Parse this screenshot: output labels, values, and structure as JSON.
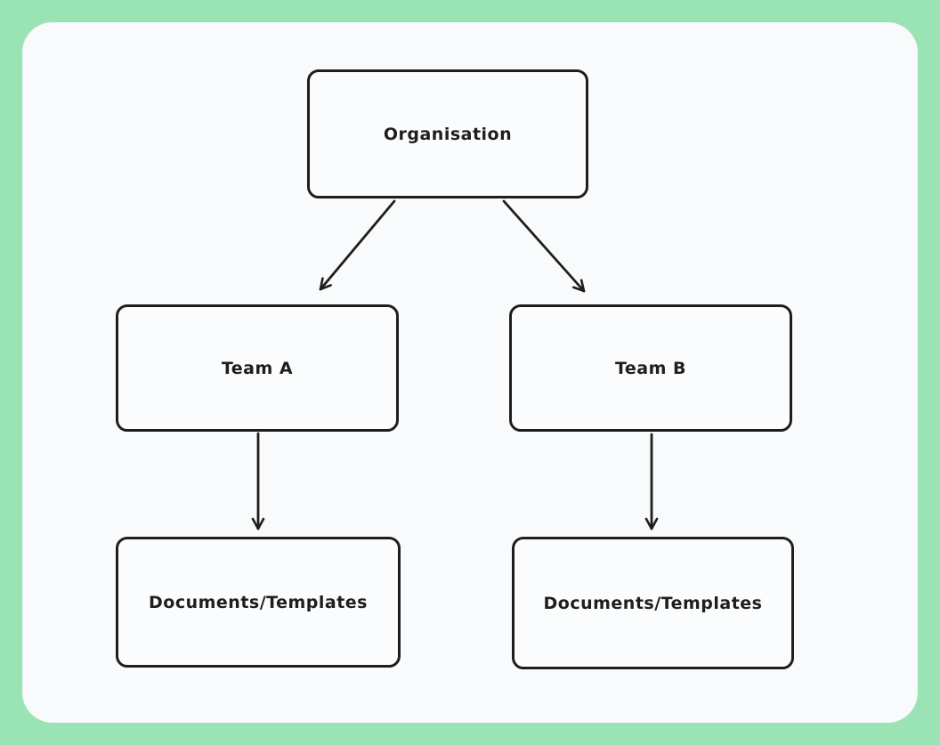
{
  "app": {
    "description": "Hand-drawn style organisation hierarchy diagram on a whiteboard canvas"
  },
  "colors": {
    "frame_green": "#9ae3b4",
    "panel_background": "#f8fafb",
    "node_stroke": "#1e1e1e",
    "node_fill": "#fbfcfd",
    "text": "#1e1e1e",
    "arrow": "#1e1e1e"
  },
  "diagram": {
    "nodes": [
      {
        "id": "organisation",
        "label": "Organisation"
      },
      {
        "id": "team-a",
        "label": "Team A"
      },
      {
        "id": "team-b",
        "label": "Team B"
      },
      {
        "id": "docs-a",
        "label": "Documents/Templates"
      },
      {
        "id": "docs-b",
        "label": "Documents/Templates"
      }
    ],
    "edges": [
      {
        "from": "organisation",
        "to": "team-a",
        "style": "arrow"
      },
      {
        "from": "organisation",
        "to": "team-b",
        "style": "arrow"
      },
      {
        "from": "team-a",
        "to": "docs-a",
        "style": "arrow"
      },
      {
        "from": "team-b",
        "to": "docs-b",
        "style": "arrow"
      }
    ]
  }
}
